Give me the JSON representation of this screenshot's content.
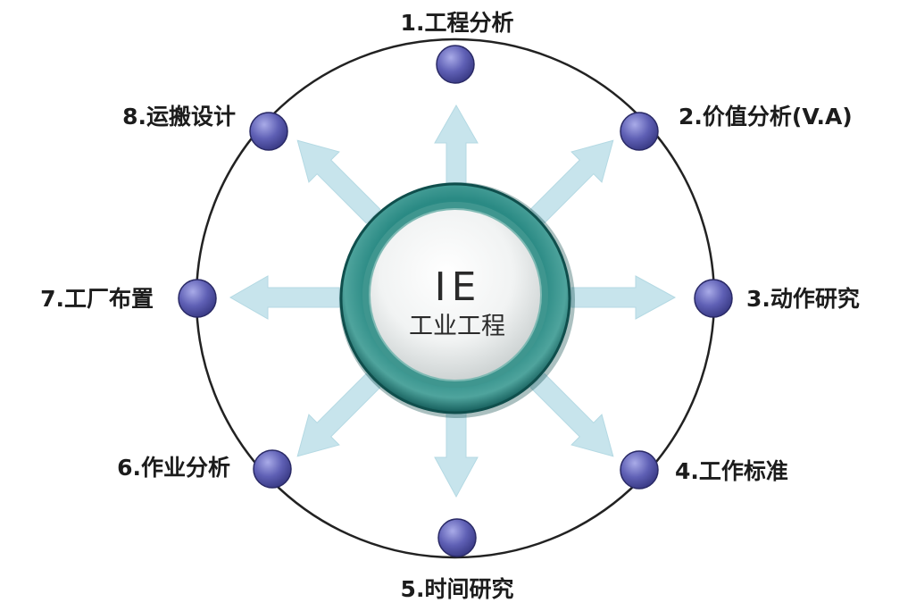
{
  "center": {
    "title": "IE",
    "subtitle": "工业工程"
  },
  "nodes": [
    {
      "label": "1.工程分析"
    },
    {
      "label": "2.价值分析(V.A)"
    },
    {
      "label": "3.动作研究"
    },
    {
      "label": "4.工作标准"
    },
    {
      "label": "5.时间研究"
    },
    {
      "label": "6.作业分析"
    },
    {
      "label": "7.工厂布置"
    },
    {
      "label": "8.运搬设计"
    }
  ],
  "colors": {
    "ring_outer": "#1a6a68",
    "ring_inner": "#5fb0a8",
    "arrow": "#c7e4ec",
    "node_fill": "#6a6bbd",
    "circle_stroke": "#222222"
  }
}
